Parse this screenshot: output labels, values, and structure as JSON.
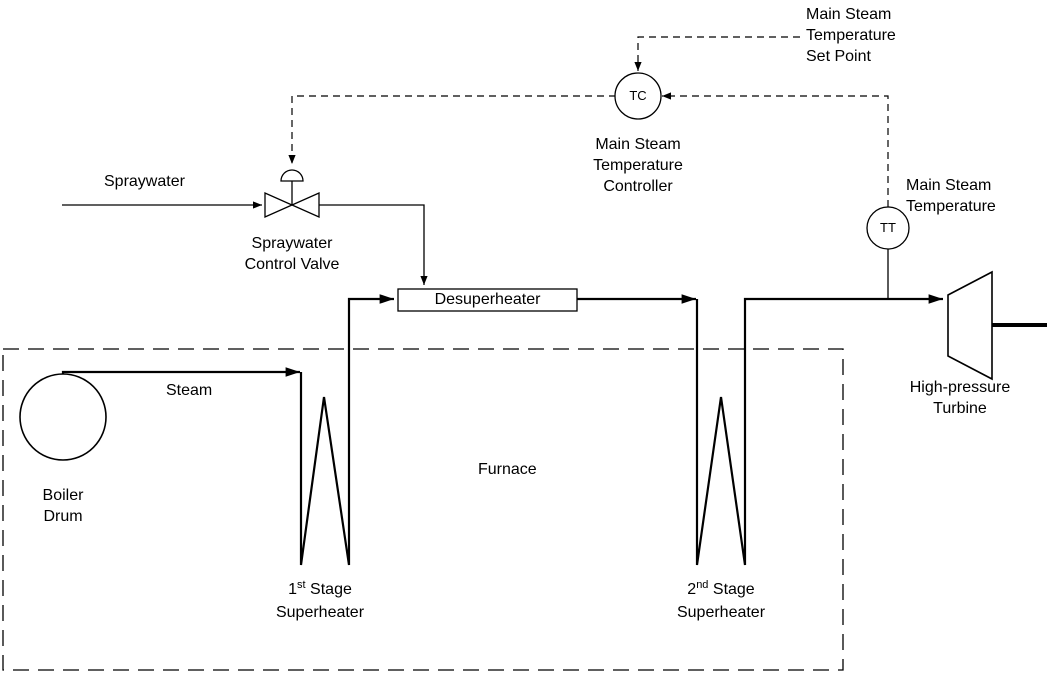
{
  "labels": {
    "set_point": [
      "Main Steam",
      "Temperature",
      "Set Point"
    ],
    "controller_tag": "TC",
    "controller": [
      "Main Steam",
      "Temperature",
      "Controller"
    ],
    "transmitter_tag": "TT",
    "measurement": [
      "Main Steam",
      "Temperature"
    ],
    "spraywater": "Spraywater",
    "valve": [
      "Spraywater",
      "Control Valve"
    ],
    "desuperheater": "Desuperheater",
    "steam": "Steam",
    "boiler_drum": [
      "Boiler",
      "Drum"
    ],
    "furnace": "Furnace",
    "stage1": {
      "number": "1",
      "suffix": "st",
      "word": "Stage",
      "name": "Superheater"
    },
    "stage2": {
      "number": "2",
      "suffix": "nd",
      "word": "Stage",
      "name": "Superheater"
    },
    "turbine": [
      "High-pressure",
      "Turbine"
    ]
  }
}
